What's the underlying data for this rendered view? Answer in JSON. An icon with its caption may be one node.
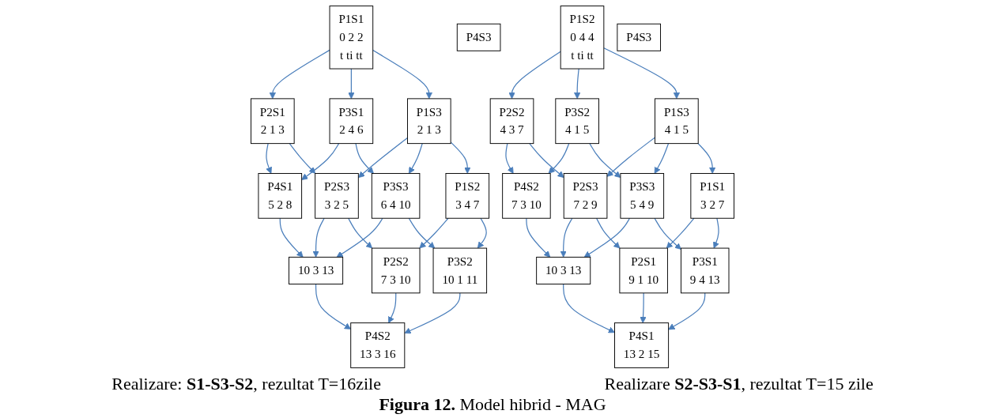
{
  "diagram": {
    "caption": "**Figura 12.** Model hibrid - MAG",
    "nodes": [
      {
        "text": [
          "P1S1",
          "0 2 2",
          "t ti tt"
        ]
      },
      {
        "text": [
          "P2S1",
          "2 1 3"
        ]
      },
      {
        "text": [
          "P3S1",
          "2 4 6"
        ]
      },
      {
        "text": [
          "P4S1",
          "5 2 8"
        ]
      },
      {
        "text": [
          "P1S3",
          "2 1 3"
        ]
      },
      {
        "text": [
          "P2S3",
          "3 2 5"
        ]
      },
      {
        "text": [
          "P3S3",
          "6 4 10"
        ]
      },
      {
        "text": [
          "10 3 13"
        ]
      },
      {
        "text": [
          "P4S3"
        ]
      },
      {
        "text": [
          "P1S2",
          "3 4 7"
        ]
      },
      {
        "text": [
          "P2S2",
          "7 3 10"
        ]
      },
      {
        "text": [
          "P3S2",
          "10 1 11"
        ]
      },
      {
        "text": [
          "P4S2",
          "13 3 16"
        ]
      },
      {
        "text": [
          "P1S2",
          "0 4 4",
          "t ti tt"
        ]
      },
      {
        "text": [
          "P2S2",
          "4 3 7"
        ]
      },
      {
        "text": [
          "P3S2",
          "4 1 5"
        ]
      },
      {
        "text": [
          "P4S2",
          "7 3 10"
        ]
      },
      {
        "text": [
          "P1S3",
          "4 1 5"
        ]
      },
      {
        "text": [
          "P2S3",
          "7 2 9"
        ]
      },
      {
        "text": [
          "P3S3",
          "5 4 9"
        ]
      },
      {
        "text": [
          "10 3 13"
        ]
      },
      {
        "text": [
          "P4S3"
        ]
      },
      {
        "text": [
          "P1S1",
          "3 2 7"
        ]
      },
      {
        "text": [
          "P2S1",
          "9 1 10"
        ]
      },
      {
        "text": [
          "P3S1",
          "9 4 13"
        ]
      },
      {
        "text": [
          "P4S1",
          "13 2 15"
        ]
      }
    ],
    "edges": [
      {
        "from": 0,
        "to": 1,
        "arrow": "to"
      },
      {
        "from": 0,
        "to": 2,
        "arrow": "to"
      },
      {
        "from": 0,
        "to": 4,
        "arrow": "to"
      },
      {
        "from": 1,
        "to": 3,
        "arrow": "to"
      },
      {
        "from": 2,
        "to": 3,
        "arrow": "to"
      },
      {
        "from": 3,
        "to": 7,
        "arrow": "to"
      },
      {
        "from": 1,
        "to": 5,
        "arrow": "to"
      },
      {
        "from": 2,
        "to": 6,
        "arrow": "to"
      },
      {
        "from": 4,
        "to": 5,
        "arrow": "to"
      },
      {
        "from": 4,
        "to": 6,
        "arrow": "to"
      },
      {
        "from": 4,
        "to": 9,
        "arrow": "to"
      },
      {
        "from": 5,
        "to": 7,
        "arrow": "to"
      },
      {
        "from": 6,
        "to": 7,
        "arrow": "to"
      },
      {
        "from": 5,
        "to": 10,
        "arrow": "to"
      },
      {
        "from": 6,
        "to": 11,
        "arrow": "to"
      },
      {
        "from": 9,
        "to": 10,
        "arrow": "to"
      },
      {
        "from": 9,
        "to": 11,
        "arrow": "to"
      },
      {
        "from": 10,
        "to": 12,
        "arrow": "to"
      },
      {
        "from": 11,
        "to": 12,
        "arrow": "to"
      },
      {
        "from": 7,
        "to": 12,
        "arrow": "to"
      },
      {
        "from": 13,
        "to": 14,
        "arrow": "to"
      },
      {
        "from": 13,
        "to": 15,
        "arrow": "to"
      },
      {
        "from": 13,
        "to": 17,
        "arrow": "to"
      },
      {
        "from": 14,
        "to": 16,
        "arrow": "to"
      },
      {
        "from": 15,
        "to": 16,
        "arrow": "to"
      },
      {
        "from": 16,
        "to": 20,
        "arrow": "to"
      },
      {
        "from": 14,
        "to": 18,
        "arrow": "to"
      },
      {
        "from": 15,
        "to": 19,
        "arrow": "to"
      },
      {
        "from": 17,
        "to": 18,
        "arrow": "to"
      },
      {
        "from": 17,
        "to": 19,
        "arrow": "to"
      },
      {
        "from": 17,
        "to": 22,
        "arrow": "to"
      },
      {
        "from": 18,
        "to": 20,
        "arrow": "to"
      },
      {
        "from": 19,
        "to": 20,
        "arrow": "to"
      },
      {
        "from": 18,
        "to": 23,
        "arrow": "to"
      },
      {
        "from": 19,
        "to": 24,
        "arrow": "to"
      },
      {
        "from": 22,
        "to": 23,
        "arrow": "to"
      },
      {
        "from": 22,
        "to": 24,
        "arrow": "to"
      },
      {
        "from": 23,
        "to": 25,
        "arrow": "to"
      },
      {
        "from": 24,
        "to": 25,
        "arrow": "to"
      },
      {
        "from": 20,
        "to": 25,
        "arrow": "to"
      }
    ],
    "labels": [
      "Realizare: **S1-S3-S2**, rezultat T=16zile",
      "Realizare **S2-S3-S1**, rezultat T=15 zile"
    ]
  }
}
